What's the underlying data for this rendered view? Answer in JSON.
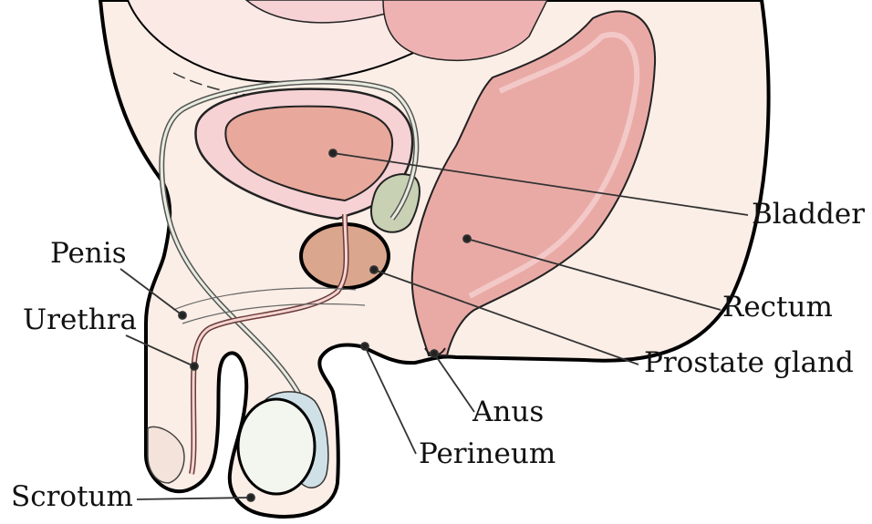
{
  "labels": {
    "bladder": "Bladder",
    "rectum": "Rectum",
    "prostate": "Prostate gland",
    "penis": "Penis",
    "urethra": "Urethra",
    "anus": "Anus",
    "perineum": "Perineum",
    "scrotum": "Scrotum"
  },
  "colors": {
    "skin": "#fbeee6",
    "bladder": "#e8a89c",
    "bladder_wall": "#f6d2d4",
    "rectum": "#e9aaa6",
    "prostate": "#dba68e",
    "seminal_vesicle": "#c9d1b4",
    "testis": "#f3f6ee",
    "epididymis": "#cfe0e6",
    "outline": "#000000",
    "leader_line": "#333333"
  }
}
